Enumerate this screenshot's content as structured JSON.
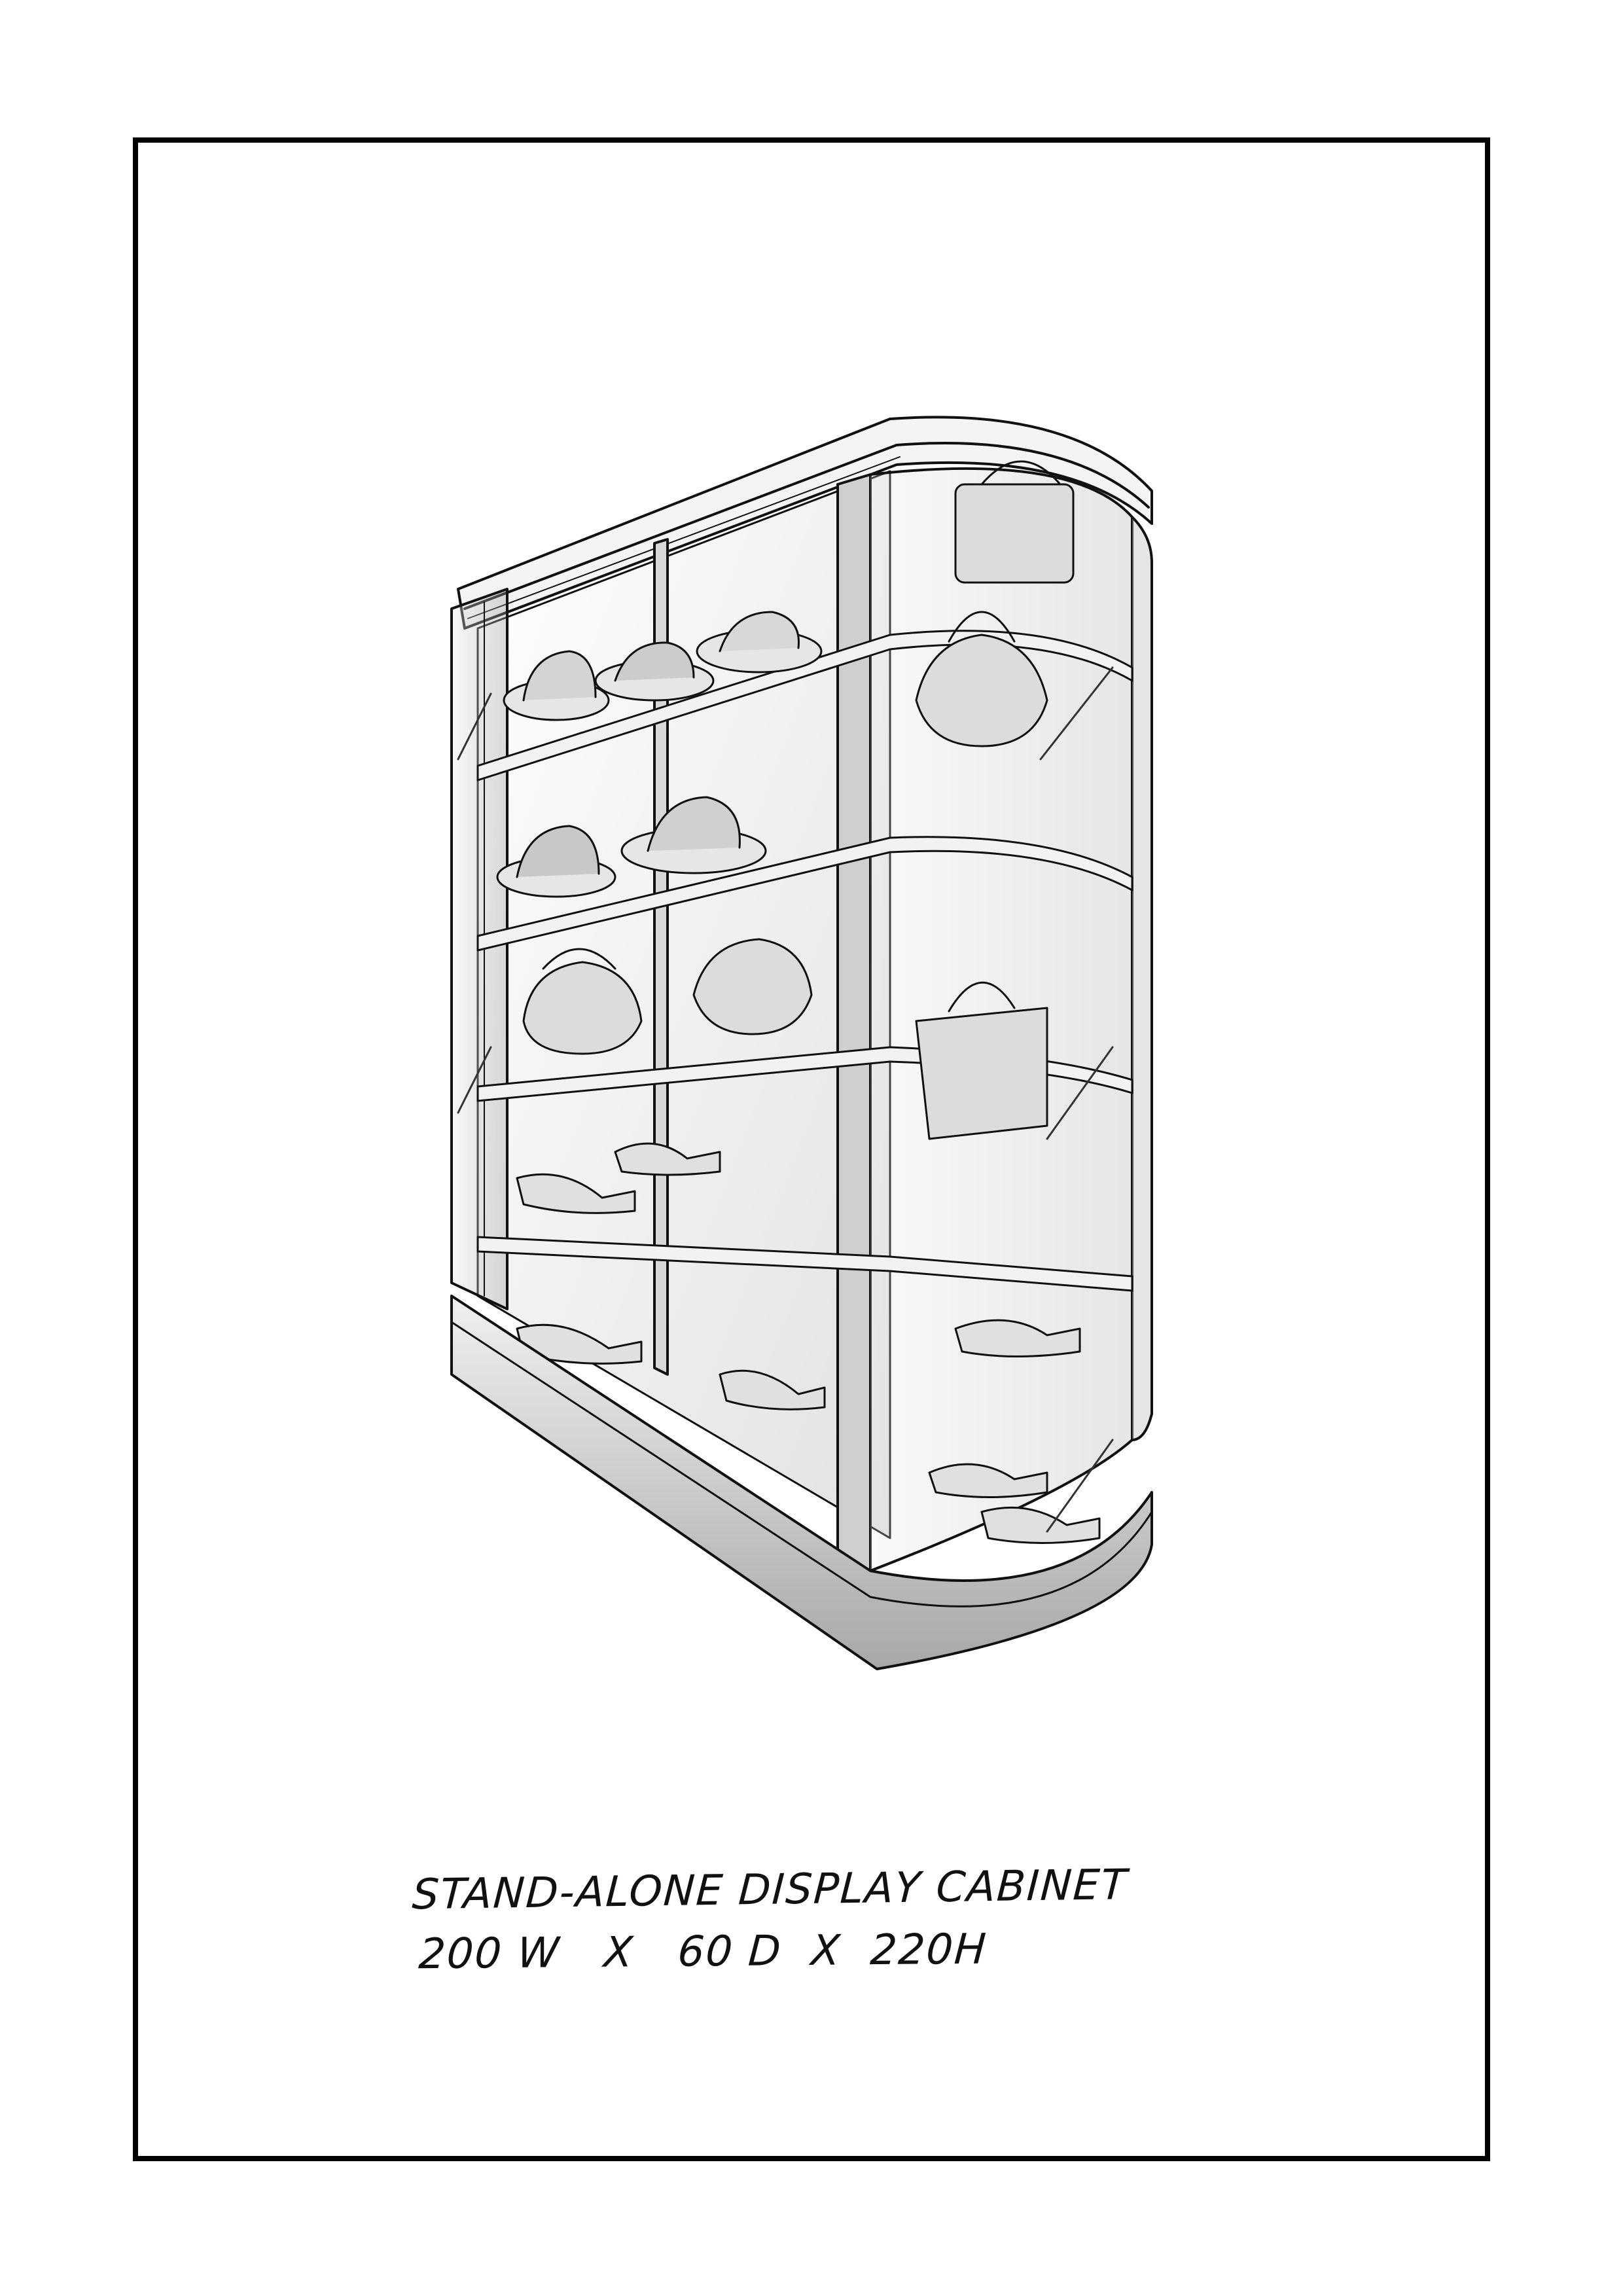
{
  "caption": {
    "title": "STAND-ALONE DISPLAY CABINET",
    "dimensions": "200 W   X   60 D  X  220H"
  },
  "illustration": {
    "subject": "display-cabinet-sketch",
    "ink_color": "#111111",
    "paper_color": "#ffffff"
  }
}
